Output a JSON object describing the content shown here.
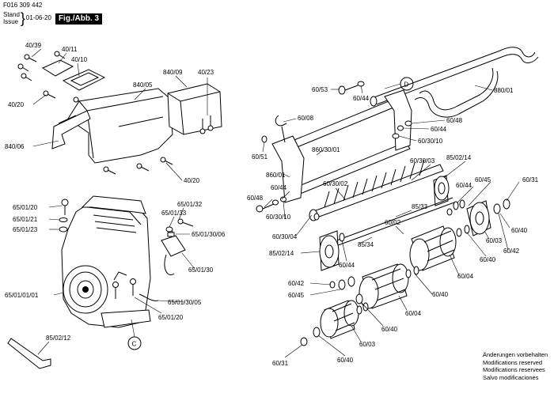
{
  "header": {
    "doc_number": "F016 309 442",
    "stand_label": "Stand",
    "issue_label": "Issue",
    "date": "01-06-20",
    "figure": "Fig./Abb. 3"
  },
  "labels": {
    "l40_39": "40/39",
    "l40_11": "40/11",
    "l40_10": "40/10",
    "l840_09": "840/09",
    "l40_23": "40/23",
    "l840_05": "840/05",
    "l40_20a": "40/20",
    "l840_06": "840/06",
    "l40_20b": "40/20",
    "l65_01_20": "65/01/20",
    "l65_01_21": "65/01/21",
    "l65_01_23": "65/01/23",
    "l65_01_32": "65/01/32",
    "l65_01_33": "65/01/33",
    "l65_01_30_06": "65/01/30/06",
    "l65_01_30": "65/01/30",
    "l65_01_01_01": "65/01/01/01",
    "l65_01_30_05": "65/01/30/05",
    "l65_01_20b": "65/01/20",
    "l85_02_12": "85/02/12",
    "callout_c": "C",
    "callout_d": "D",
    "l60_53": "60/53",
    "l60_44a": "60/44",
    "l880_01": "880/01",
    "l60_08": "60/08",
    "l60_48a": "60/48",
    "l60_44b": "60/44",
    "l60_30_10a": "60/30/10",
    "l60_51": "60/51",
    "l860_30_01": "860/30/01",
    "l860_01": "860/01",
    "l60_30_03": "60/30/03",
    "l85_02_14a": "85/02/14",
    "l60_44c": "60/44",
    "l60_48b": "60/48",
    "l60_30_02": "60/30/02",
    "l60_30_10b": "60/30/10",
    "l85_33": "85/33",
    "l60_45a": "60/45",
    "l60_44d": "60/44",
    "l60_31a": "60/31",
    "l60_40a": "60/40",
    "l60_03a": "60/03",
    "l60_42a": "60/42",
    "l60_40b": "60/40",
    "l60_02": "60/02",
    "l60_30_04": "60/30/04",
    "l85_34": "85/34",
    "l85_02_14b": "85/02/14",
    "l60_44e": "60/44",
    "l60_04a": "60/04",
    "l60_42b": "60/42",
    "l60_45b": "60/45",
    "l60_40c": "60/40",
    "l60_04b": "60/04",
    "l60_40d": "60/40",
    "l60_03b": "60/03",
    "l60_31b": "60/31",
    "l60_40e": "60/40"
  },
  "notes": {
    "de": "Änderungen vorbehalten",
    "en": "Modifications reserved",
    "fr": "Modifications reservees",
    "es": "Salvo modificaciones"
  }
}
